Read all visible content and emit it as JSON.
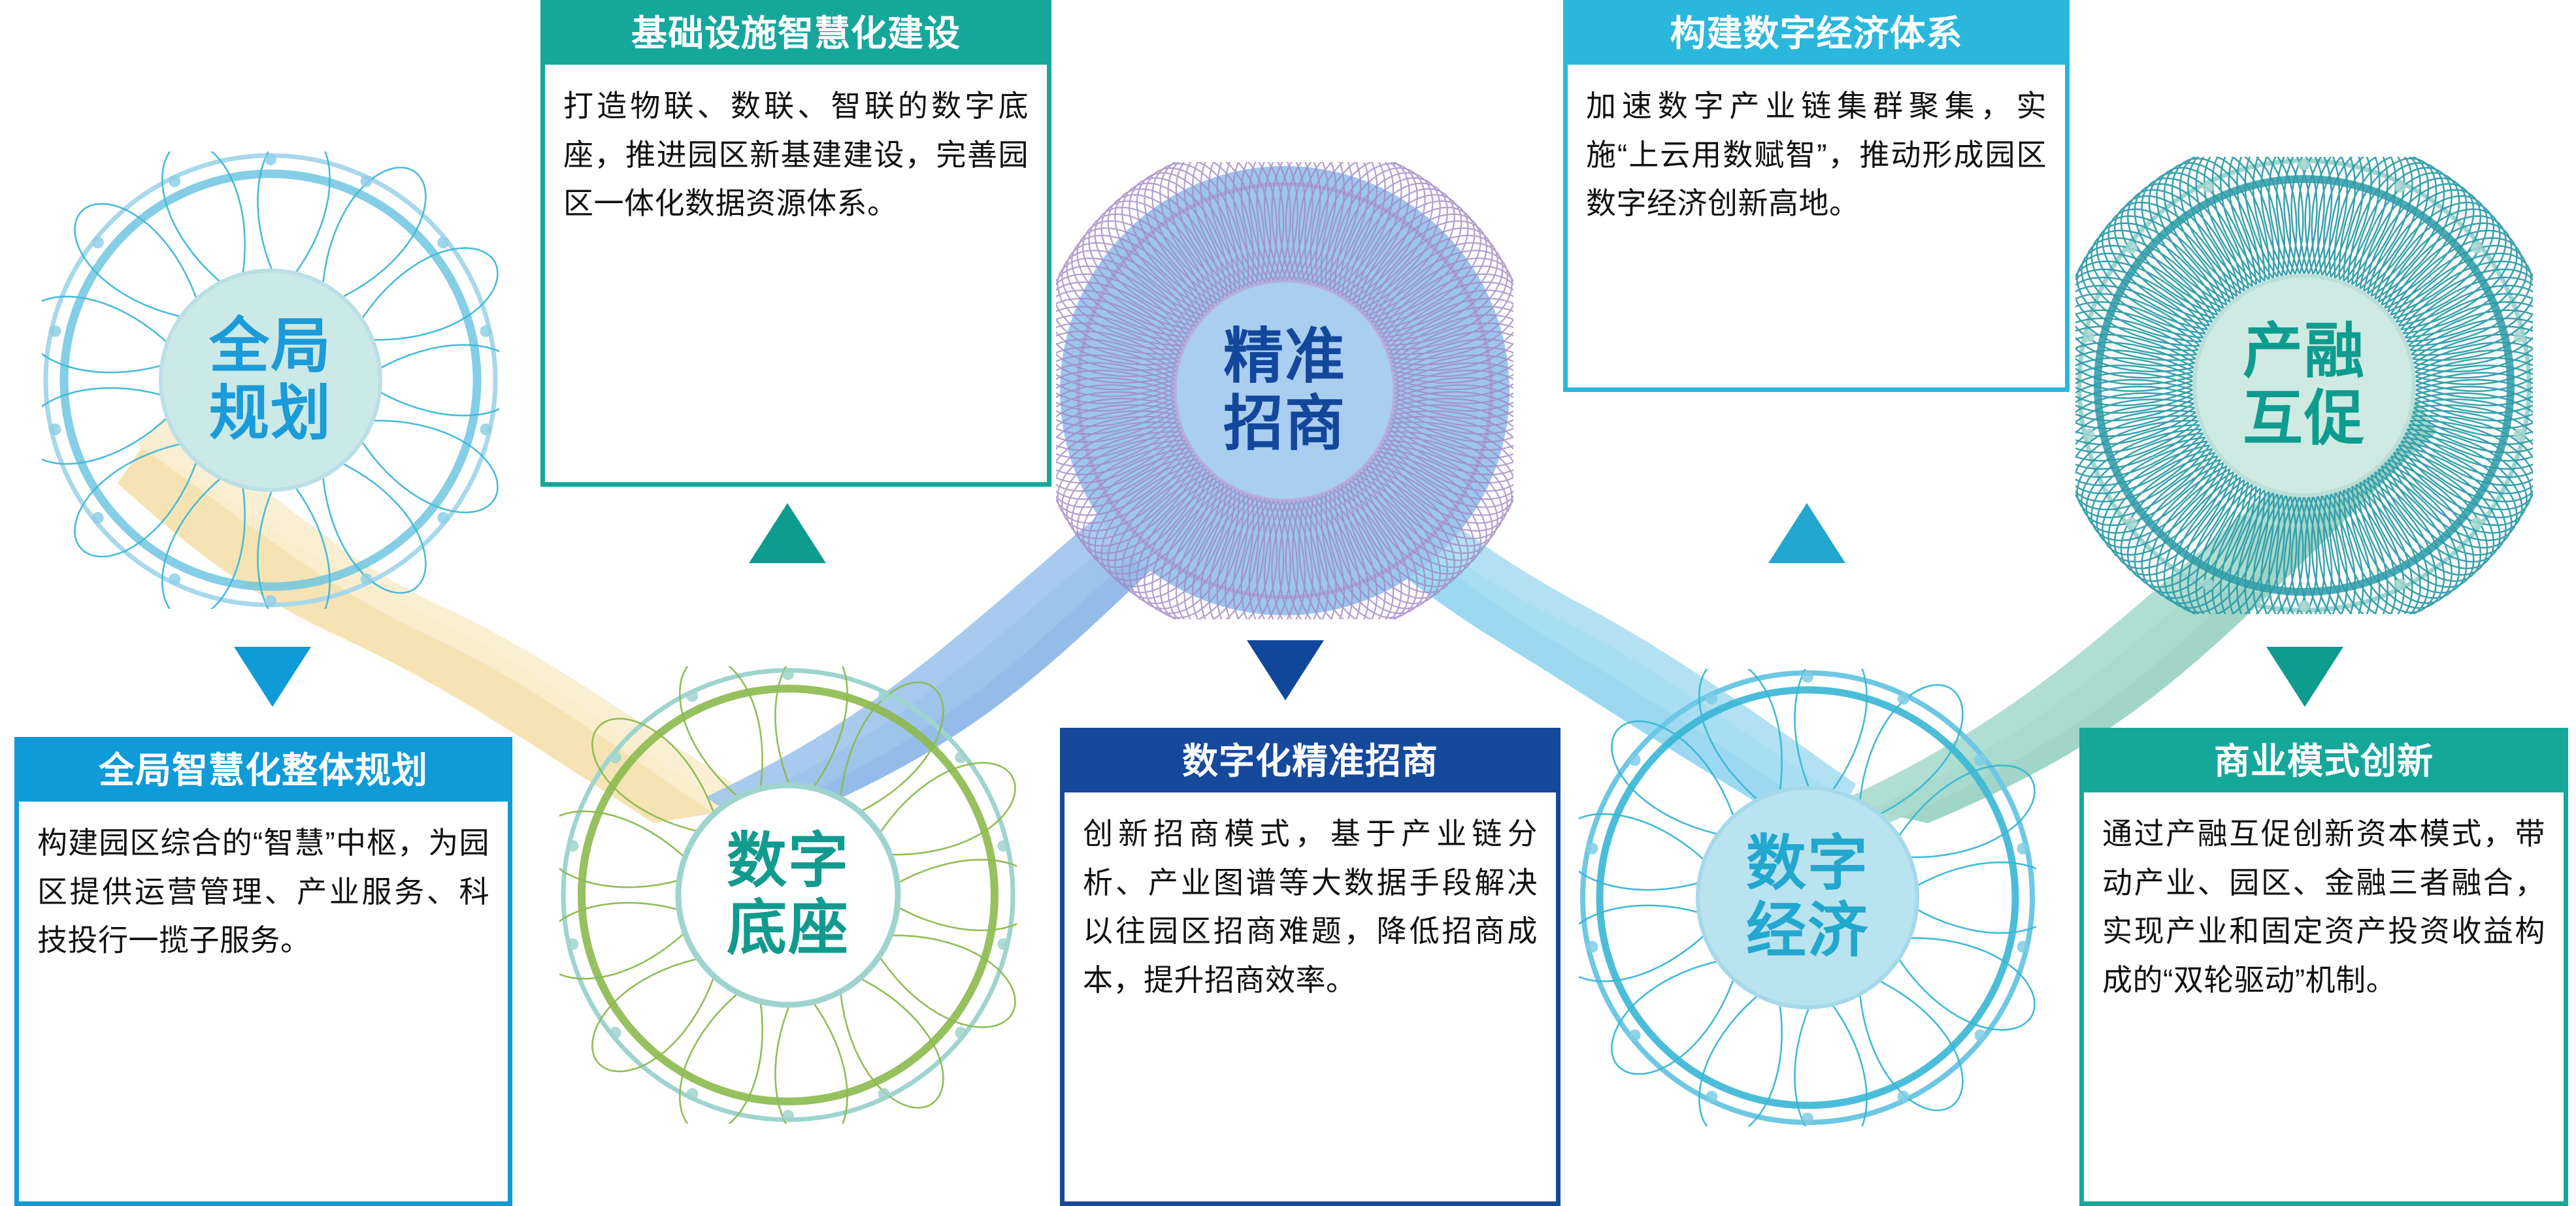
{
  "diagram": {
    "title_semantics": "园区数字化转型五步路径图",
    "nodes": [
      {
        "id": "node-1",
        "label": "全局\n规划",
        "ring_color": "#3FB8D6",
        "inner_fill": "#CBE9E6",
        "text_color": "#1B9BD8",
        "outline_color": "#A8D8EC"
      },
      {
        "id": "node-2",
        "label": "数字\n底座",
        "ring_color": "#8CB94E",
        "inner_fill": "#FFFFFF",
        "text_color": "#119A8E",
        "outline_color": "#9FD4CE"
      },
      {
        "id": "node-3",
        "label": "精准\n招商",
        "ring_color": "#9B84C4",
        "inner_fill": "#9DC6EE",
        "text_color": "#13479B",
        "outline_color": "#9DC6EE"
      },
      {
        "id": "node-4",
        "label": "数字\n经济",
        "ring_color": "#38B6D4",
        "inner_fill": "#B9E3EE",
        "text_color": "#22A7CE",
        "outline_color": "#6EC8E4"
      },
      {
        "id": "node-5",
        "label": "产融\n互促",
        "ring_color": "#2E9CA8",
        "inner_fill": "#CFE9E3",
        "text_color": "#0E9C8E",
        "outline_color": "#9FD4CE"
      }
    ],
    "connectors": [
      {
        "id": "ribbon-1",
        "from": "node-1",
        "to": "node-2",
        "color": "#F6E2B0"
      },
      {
        "id": "ribbon-2",
        "from": "node-2",
        "to": "node-3",
        "color": "#8FB8E8"
      },
      {
        "id": "ribbon-3",
        "from": "node-3",
        "to": "node-4",
        "color": "#97D7EF"
      },
      {
        "id": "ribbon-4",
        "from": "node-4",
        "to": "node-5",
        "color": "#9BD3C4"
      }
    ],
    "arrows": [
      {
        "id": "arrow-1",
        "direction": "down",
        "color": "#0E9BD8"
      },
      {
        "id": "arrow-2",
        "direction": "up",
        "color": "#0E9C8E"
      },
      {
        "id": "arrow-3",
        "direction": "down",
        "color": "#10479B"
      },
      {
        "id": "arrow-4",
        "direction": "up",
        "color": "#22A7CE"
      },
      {
        "id": "arrow-5",
        "direction": "down",
        "color": "#0E9C8E"
      }
    ]
  },
  "cards": [
    {
      "id": "card-1",
      "title": "全局智慧化整体规划",
      "body": "构建园区综合的“智慧”中枢，为园区提供运营管理、产业服务、科技投行一揽子服务。",
      "accent": "#0E9BD8"
    },
    {
      "id": "card-2",
      "title": "基础设施智慧化建设",
      "body": "打造物联、数联、智联的数字底座，推进园区新基建建设，完善园区一体化数据资源体系。",
      "accent": "#16A79B"
    },
    {
      "id": "card-3",
      "title": "数字化精准招商",
      "body": "创新招商模式，基于产业链分析、产业图谱等大数据手段解决以往园区招商难题，降低招商成本，提升招商效率。",
      "accent": "#16499C"
    },
    {
      "id": "card-4",
      "title": "构建数字经济体系",
      "body": "加速数字产业链集群聚集，实施“上云用数赋智”，推动形成园区数字经济创新高地。",
      "accent": "#2BB7DC"
    },
    {
      "id": "card-5",
      "title": "商业模式创新",
      "body": "通过产融互促创新资本模式，带动产业、园区、金融三者融合，实现产业和固定资产投资收益构成的“双轮驱动”机制。",
      "accent": "#16A79B"
    }
  ]
}
